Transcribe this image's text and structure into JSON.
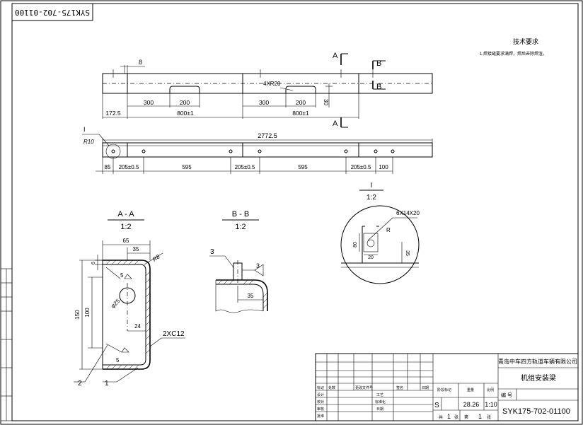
{
  "drawing_number_rotated": "SYK175-702-01100",
  "tech_requirements": {
    "title": "技术要求",
    "item1": "1.焊接缝要求满焊，焊后去除焊渣。"
  },
  "section_marks": {
    "A": "A",
    "B": "B"
  },
  "top_view": {
    "dim_8": "8",
    "dim_4xr20": "4XR20",
    "dim_300a": "300",
    "dim_200a": "200",
    "dim_300b": "300",
    "dim_200b": "200",
    "dim_30": "30",
    "dim_1725": "172.5",
    "dim_800a": "800±1",
    "dim_800b": "800±1"
  },
  "front_view": {
    "detail_label": "I",
    "dim_r10": "R10",
    "dim_total": "2772.5",
    "dims_bottom": [
      "85",
      "205±0.5",
      "595",
      "205±0.5",
      "595",
      "205±0.5",
      "100"
    ]
  },
  "detail_I": {
    "label": "I",
    "scale": "1:2",
    "dim_hole": "6X14X20",
    "dim_8": "8",
    "dim_r": "R",
    "dim_80": "80",
    "dim_20": "20",
    "dim_35": "35"
  },
  "section_AA": {
    "title": "A - A",
    "scale": "1:2",
    "dim_65": "65",
    "dim_35": "35",
    "dim_r8": "R8",
    "dim_6": "6",
    "dim_5a": "5",
    "dim_phi25": "φ25",
    "dim_150": "150",
    "dim_100": "100",
    "dim_24": "24",
    "dim_5b": "5",
    "material": "2XC12",
    "part2": "2",
    "part1": "1"
  },
  "section_BB": {
    "title": "B - B",
    "scale": "1:2",
    "part3": "3",
    "weld3": "3",
    "dim_35": "35"
  },
  "title_block": {
    "company": "青岛中车四方轨道车辆有限公司",
    "part_name": "机组安装梁",
    "drawing_number": "SYK175-702-01100",
    "mark_s": "S",
    "weight": "28.26",
    "scale": "1:10",
    "code_label": "编 号",
    "sheet_total_prefix": "共",
    "sheet_total": "1",
    "sheet_total_suffix": "张",
    "sheet_no_prefix": "第",
    "sheet_no": "1",
    "sheet_no_suffix": "张",
    "hdr_mark": "标记",
    "hdr_qty": "处数",
    "hdr_file": "更改文件号",
    "hdr_sign": "签名",
    "hdr_date": "日期",
    "hdr_stage": "阶段标记",
    "hdr_weight": "重量",
    "hdr_scale": "比例",
    "row_design": "设计",
    "row_check": "校对",
    "row_review": "审核",
    "row_approve": "批准",
    "row_craft": "工艺",
    "row_std": "标准化",
    "row_date": "日期"
  }
}
